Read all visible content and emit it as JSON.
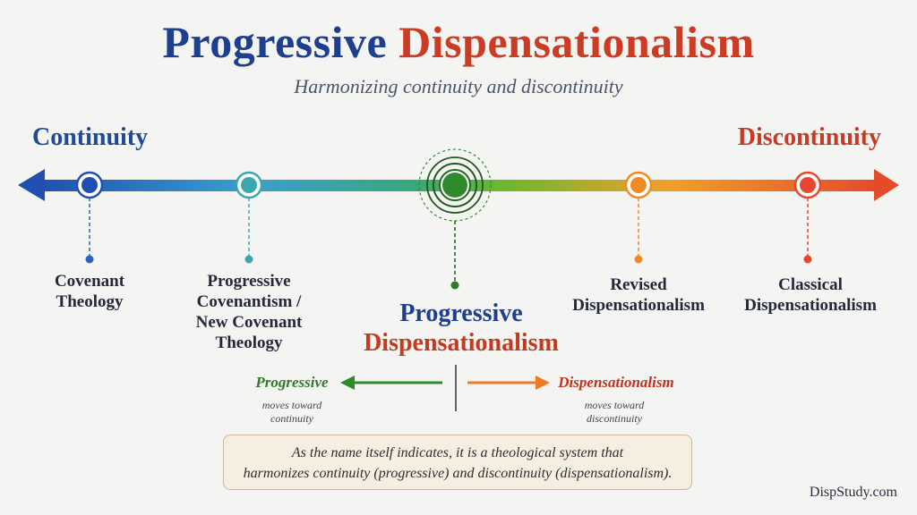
{
  "title": {
    "part1": "Progressive",
    "part2": "Dispensationalism"
  },
  "subtitle": "Harmonizing continuity and discontinuity",
  "spectrum": {
    "left_label": "Continuity",
    "right_label": "Discontinuity",
    "nodes": [
      {
        "lines": [
          "Covenant",
          "Theology"
        ],
        "color": "#2a63c4"
      },
      {
        "lines": [
          "Progressive",
          "Covenantism /",
          "New Covenant",
          "Theology"
        ],
        "color": "#3aa7ad"
      },
      {
        "lines": [
          "Progressive",
          "Dispensationalism"
        ],
        "color": "#2f8a2b"
      },
      {
        "lines": [
          "Revised",
          "Dispensationalism"
        ],
        "color": "#f08a22"
      },
      {
        "lines": [
          "Classical",
          "Dispensationalism"
        ],
        "color": "#e5482f"
      }
    ]
  },
  "directions": {
    "left": {
      "title": "Progressive",
      "note_lines": [
        "moves toward",
        "continuity"
      ],
      "color": "#2f7a2a"
    },
    "right": {
      "title": "Dispensationalism",
      "note_lines": [
        "moves toward",
        "discontinuity"
      ],
      "color": "#c3321e"
    }
  },
  "note_lines": [
    "As the name itself indicates, it is a theological system that",
    "harmonizes continuity (progressive) and discontinuity (dispensationalism)."
  ],
  "watermark": "DispStudy.com"
}
